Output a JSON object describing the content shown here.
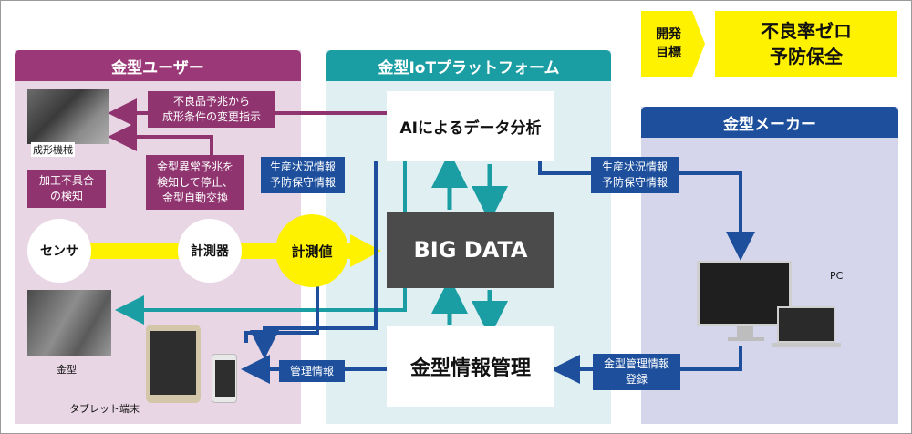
{
  "goal": {
    "label": "開発\n目標",
    "text": "不良率ゼロ\n予防保全"
  },
  "panels": {
    "user": {
      "title": "金型ユーザー"
    },
    "iot": {
      "title": "金型IoTプラットフォーム"
    },
    "maker": {
      "title": "金型メーカー"
    }
  },
  "nodes": {
    "ai_analysis": "AIによるデータ分析",
    "big_data": "BIG DATA",
    "mold_info_mgmt": "金型情報管理",
    "sensor": "センサ",
    "measuring_device": "計測器",
    "measured_value": "計測値",
    "molding_machine": "成形機械",
    "mold": "金型",
    "tablet": "タブレット端末",
    "pc": "PC"
  },
  "labels": {
    "defect_sign": "不良品予兆から\n成形条件の変更指示",
    "processing_defect": "加工不具合\nの検知",
    "mold_anomaly": "金型異常予兆を\n検知して停止、\n金型自動交換",
    "production_status_left": "生産状況情報\n予防保守情報",
    "production_status_right": "生産状況情報\n予防保守情報",
    "mgmt_info": "管理情報",
    "mold_mgmt_register": "金型管理情報\n登録"
  },
  "colors": {
    "user": "#9b3878",
    "iot": "#1a9ea3",
    "maker": "#1d4f9c",
    "accent": "#fff200",
    "bigdata": "#4b4b4b"
  }
}
